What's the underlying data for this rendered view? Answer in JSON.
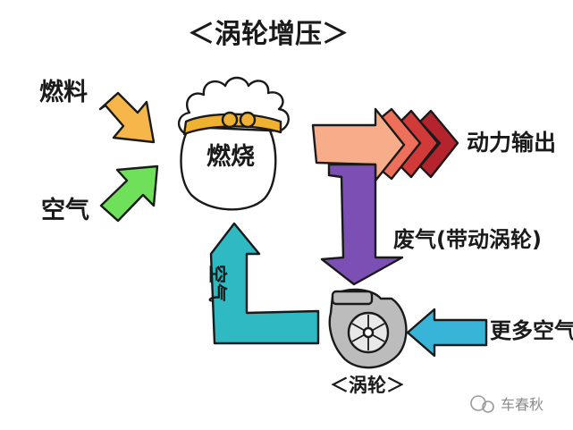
{
  "diagram": {
    "title": "＜涡轮增压＞",
    "inputs": {
      "fuel": "燃料",
      "air": "空气"
    },
    "engine": {
      "label": "燃烧"
    },
    "outputs": {
      "power": "动力输出",
      "exhaust": "废气(带动涡轮)"
    },
    "return_air": "空气",
    "fresh_air": "更多空气",
    "turbo": {
      "label": "＜涡轮＞"
    },
    "watermark": "车春秋"
  },
  "colors": {
    "fuel_arrow": "#f7b64a",
    "air_arrow": "#6fe05a",
    "power_arrow_1": "#f8ad8a",
    "power_arrow_2": "#ee6f5a",
    "power_arrow_3": "#d23a3a",
    "power_arrow_4": "#b5242c",
    "exhaust_arrow": "#7b4fb4",
    "return_arrow": "#2fb9c3",
    "fresh_air_arrow": "#37b4d8",
    "turbo_body": "#bcbcbc",
    "crown": "#f0b030"
  }
}
